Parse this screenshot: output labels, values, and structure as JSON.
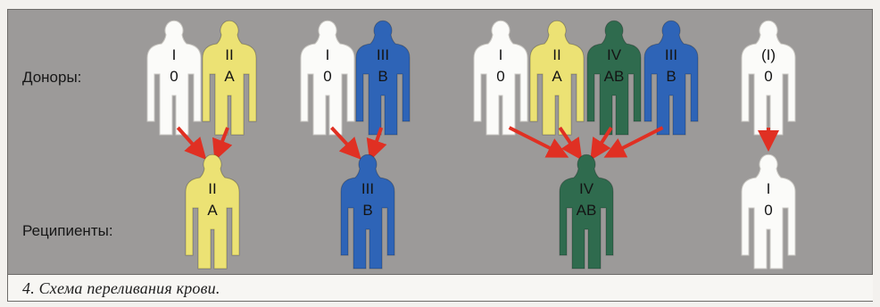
{
  "labels": {
    "donors": "Доноры:",
    "recipients": "Реципиенты:"
  },
  "caption": "4. Схема переливания крови.",
  "colors": {
    "white": "#fbfbf9",
    "yellow": "#ece274",
    "blue": "#2e64b7",
    "green": "#2f6b4e",
    "arrow": "#e03023"
  },
  "groups": [
    {
      "donors": [
        {
          "roman": "I",
          "letter": "0",
          "color": "white"
        },
        {
          "roman": "II",
          "letter": "A",
          "color": "yellow"
        }
      ],
      "recipient": {
        "roman": "II",
        "letter": "A",
        "color": "yellow"
      }
    },
    {
      "donors": [
        {
          "roman": "I",
          "letter": "0",
          "color": "white"
        },
        {
          "roman": "III",
          "letter": "B",
          "color": "blue"
        }
      ],
      "recipient": {
        "roman": "III",
        "letter": "B",
        "color": "blue"
      }
    },
    {
      "donors": [
        {
          "roman": "I",
          "letter": "0",
          "color": "white"
        },
        {
          "roman": "II",
          "letter": "A",
          "color": "yellow"
        },
        {
          "roman": "IV",
          "letter": "AB",
          "color": "green"
        },
        {
          "roman": "III",
          "letter": "B",
          "color": "blue"
        }
      ],
      "recipient": {
        "roman": "IV",
        "letter": "AB",
        "color": "green"
      }
    },
    {
      "donors": [
        {
          "roman": "(I)",
          "letter": "0",
          "color": "white"
        }
      ],
      "recipient": {
        "roman": "I",
        "letter": "0",
        "color": "white"
      }
    }
  ]
}
